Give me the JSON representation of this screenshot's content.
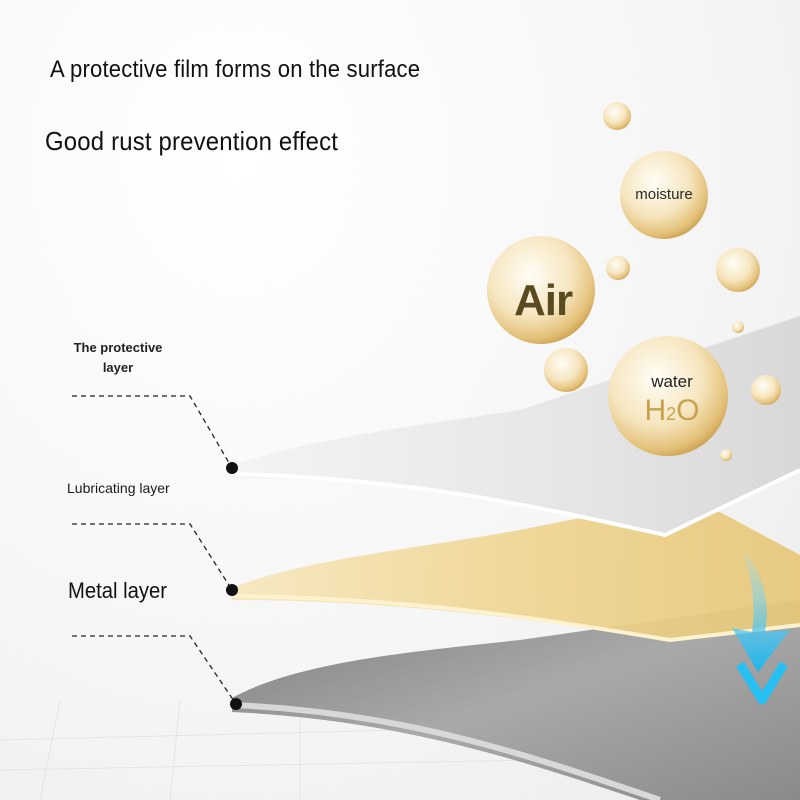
{
  "headlines": {
    "line1": "A protective film forms on the surface",
    "line2": "Good rust prevention effect"
  },
  "layers": {
    "protective_line1": "The protective",
    "protective_line2": "layer",
    "lubricating": "Lubricating layer",
    "metal": "Metal layer"
  },
  "bubbles": {
    "moisture": "moisture",
    "air": "Air",
    "water": "water",
    "h2o_main": "H",
    "h2o_sub": "2",
    "h2o_tail": "O"
  },
  "colors": {
    "protective_layer": "#e8e8e8",
    "lubricating_layer": "#f1d99a",
    "metal_layer": "#8f8f8f",
    "bubble_gold": "#e7c77c",
    "arrow": "#2fc3f0"
  },
  "icons": {
    "down_arrow": "blue-down-arrow-icon"
  }
}
